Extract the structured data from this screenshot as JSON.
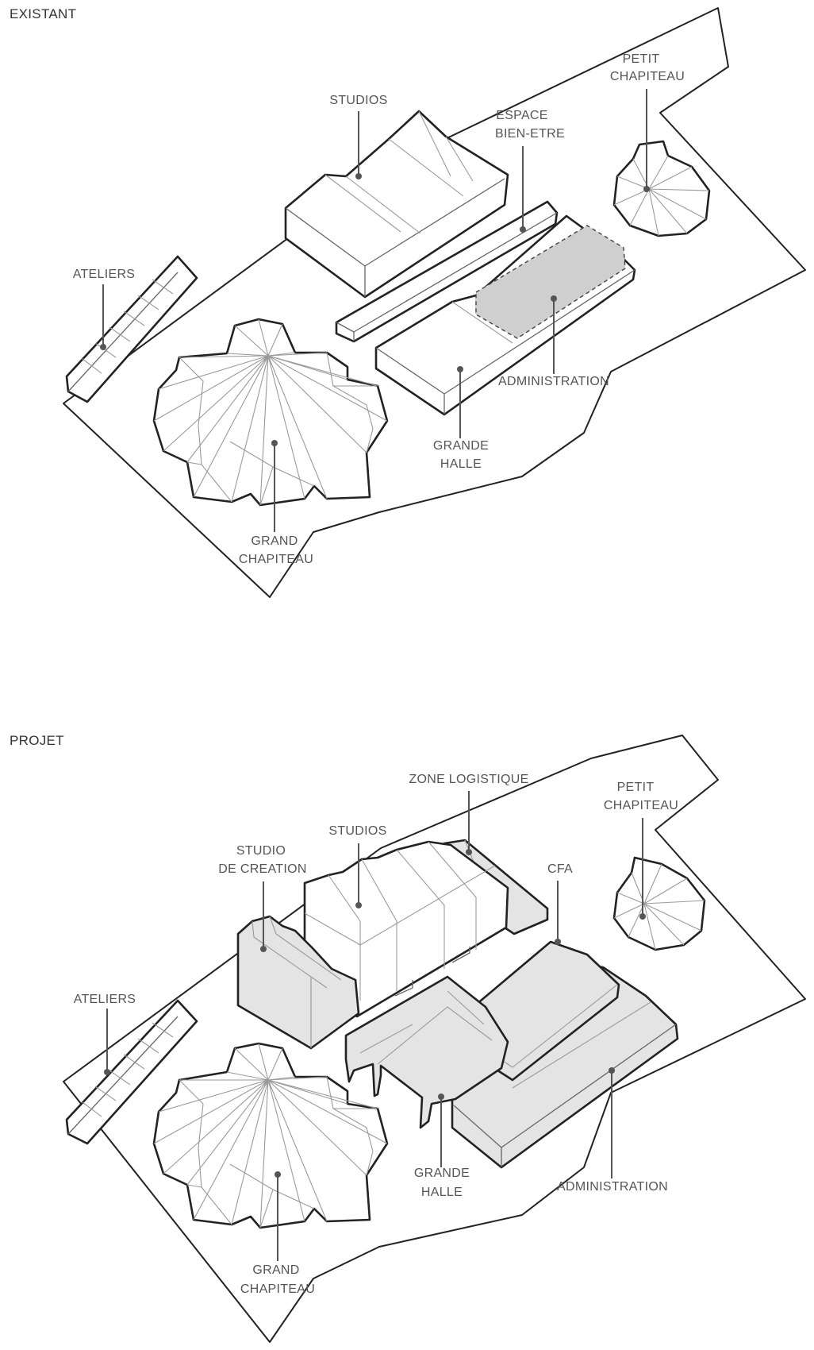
{
  "panels": [
    {
      "title": "EXISTANT",
      "labels": {
        "studios": "STUDIOS",
        "espace_l1": "ESPACE",
        "espace_l2": "BIEN-ETRE",
        "petit_l1": "PETIT",
        "petit_l2": "CHAPITEAU",
        "ateliers": "ATELIERS",
        "administration": "ADMINISTRATION",
        "grande_l1": "GRANDE",
        "grande_l2": "HALLE",
        "grand_l1": "GRAND",
        "grand_l2": "CHAPITEAU"
      }
    },
    {
      "title": "PROJET",
      "labels": {
        "zone": "ZONE LOGISTIQUE",
        "petit_l1": "PETIT",
        "petit_l2": "CHAPITEAU",
        "studios": "STUDIOS",
        "studio_l1": "STUDIO",
        "studio_l2": "DE CREATION",
        "cfa": "CFA",
        "ateliers": "ATELIERS",
        "grande_l1": "GRANDE",
        "grande_l2": "HALLE",
        "administration": "ADMINISTRATION",
        "grand_l1": "GRAND",
        "grand_l2": "CHAPITEAU"
      }
    }
  ],
  "colors": {
    "line": "#222222",
    "label": "#555555",
    "highlight": "#e4e4e4"
  }
}
